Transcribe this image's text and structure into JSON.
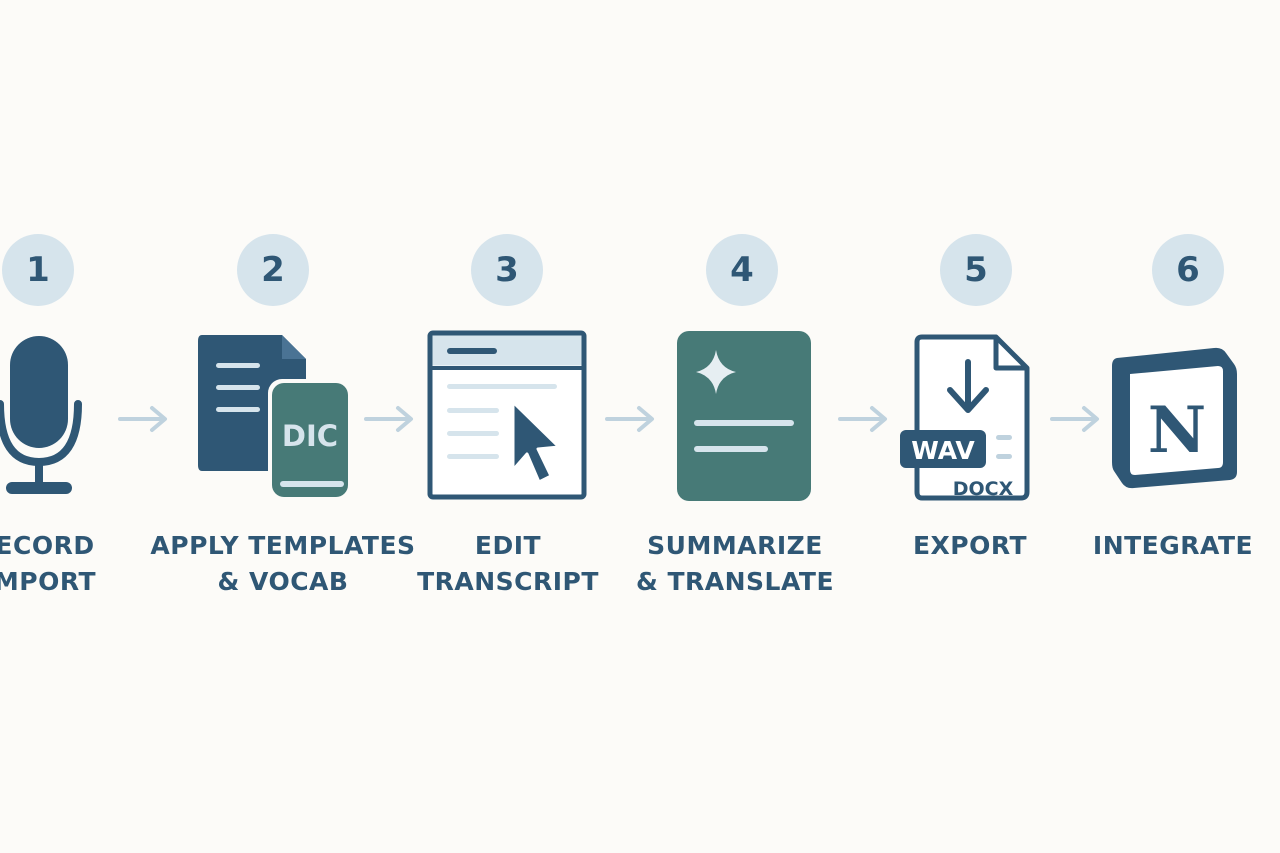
{
  "colors": {
    "background": "#fcfbf8",
    "navy": "#2f5775",
    "teal": "#477a77",
    "badge": "#d6e4ec",
    "arrow": "#bfd2de"
  },
  "steps": [
    {
      "number": "1",
      "label_lines": [
        "ECORD",
        "MPORT"
      ],
      "icon": "microphone-icon"
    },
    {
      "number": "2",
      "label_lines": [
        "APPLY TEMPLATES",
        "& VOCAB"
      ],
      "icon": "templates-dictionary-icon",
      "icon_text": "DIC"
    },
    {
      "number": "3",
      "label_lines": [
        "EDIT",
        "TRANSCRIPT"
      ],
      "icon": "editor-cursor-icon"
    },
    {
      "number": "4",
      "label_lines": [
        "SUMMARIZE",
        "& TRANSLATE"
      ],
      "icon": "sparkle-summary-icon"
    },
    {
      "number": "5",
      "label_lines": [
        "EXPORT"
      ],
      "icon": "file-export-icon",
      "icon_text_primary": "WAV",
      "icon_text_secondary": "DOCX"
    },
    {
      "number": "6",
      "label_lines": [
        "INTEGRATE"
      ],
      "icon": "notion-icon",
      "icon_text": "N"
    }
  ],
  "arrow_icon": "right-arrow-icon"
}
